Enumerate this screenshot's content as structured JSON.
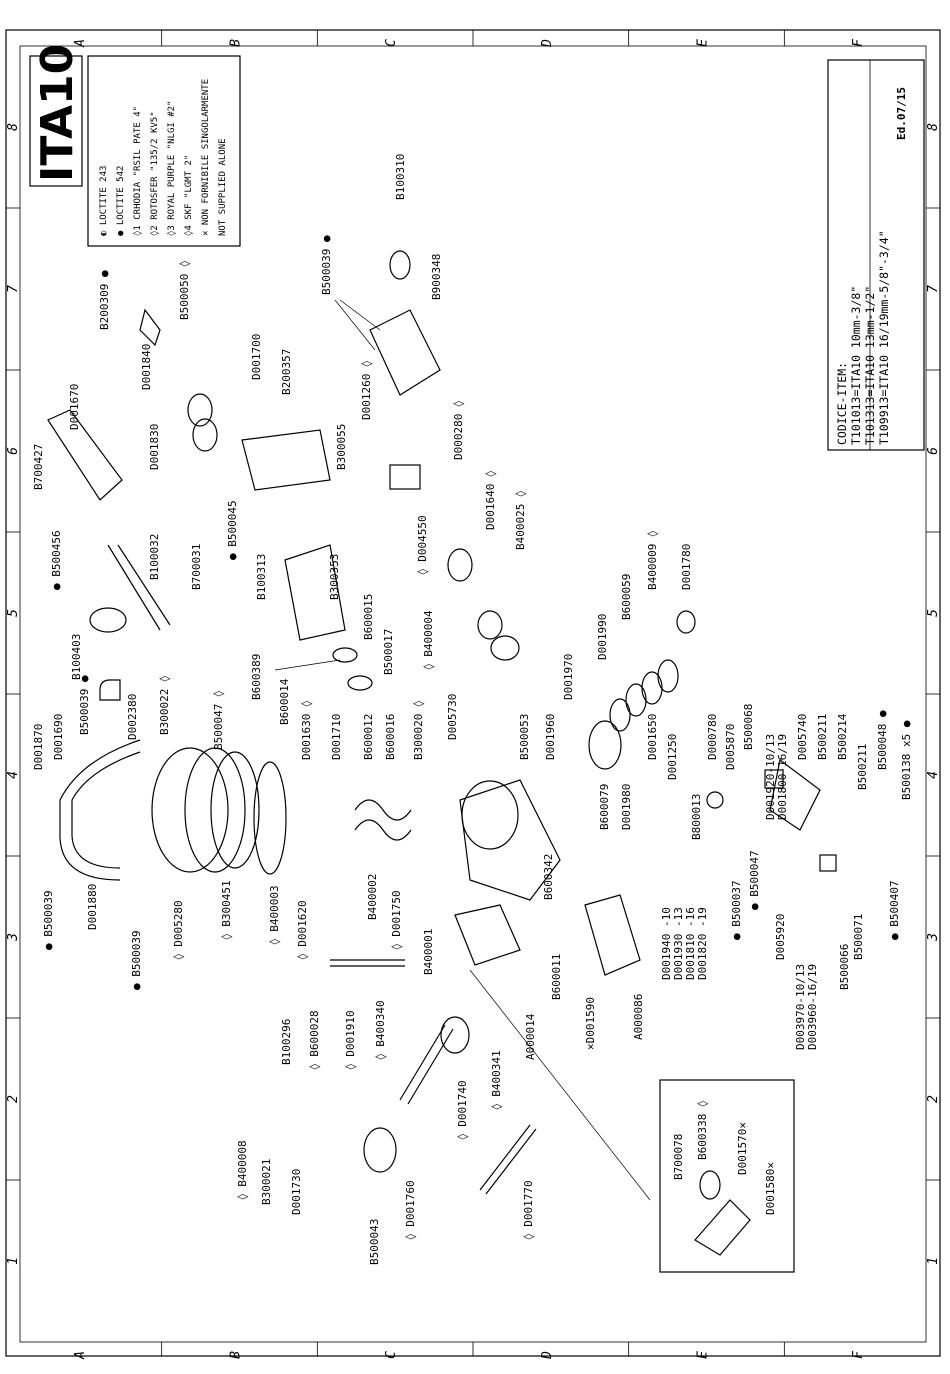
{
  "title": "ITA10",
  "legend": [
    {
      "symbol": "half-dot",
      "text": "LOCTITE 243"
    },
    {
      "symbol": "dot",
      "text": "LOCTITE 542"
    },
    {
      "symbol": "drop-1",
      "text": "CRHODIA \"RSIL PATE 4\""
    },
    {
      "symbol": "drop-2",
      "text": "ROTOSFER \"135/2 KV5\""
    },
    {
      "symbol": "drop-3",
      "text": "ROYAL PURPLE \"NLGI #2\""
    },
    {
      "symbol": "drop-4",
      "text": "SKF \"LGMT 2\""
    },
    {
      "symbol": "cross",
      "text": "NON FORNIBILE SINGOLARMENTE"
    },
    {
      "symbol": "",
      "text": "NOT SUPPLIED ALONE"
    }
  ],
  "code_box": {
    "heading": "CODICE-ITEM:",
    "lines": [
      "T101013=ITA10 10mm-3/8\"",
      "T101313=ITA10 13mm-1/2\"",
      "T109913=ITA10 16/19mm-5/8\"-3/4\""
    ],
    "edition": "Ed.07/15"
  },
  "grid": {
    "letters": [
      "A",
      "B",
      "C",
      "D",
      "E",
      "F"
    ],
    "numbers": [
      "1",
      "2",
      "3",
      "4",
      "5",
      "6",
      "7",
      "8"
    ]
  },
  "labels": [
    {
      "id": "D001870",
      "text": "D001870"
    },
    {
      "id": "D001690",
      "text": "D001690"
    },
    {
      "id": "B500039a",
      "text": "B500039 ●"
    },
    {
      "id": "D002380",
      "text": "D002380"
    },
    {
      "id": "B300022",
      "text": "B300022 ◊"
    },
    {
      "id": "B500047a",
      "text": "B500047 ◊"
    },
    {
      "id": "B100403",
      "text": "B100403"
    },
    {
      "id": "B100032",
      "text": "B100032"
    },
    {
      "id": "B500456",
      "text": "● B500456"
    },
    {
      "id": "B700427",
      "text": "B700427"
    },
    {
      "id": "D001670",
      "text": "D001670"
    },
    {
      "id": "D001830",
      "text": "D001830"
    },
    {
      "id": "D001840",
      "text": "D001840"
    },
    {
      "id": "B700031",
      "text": "B700031"
    },
    {
      "id": "B200309",
      "text": "B200309 ●"
    },
    {
      "id": "B500050",
      "text": "B500050 ◊"
    },
    {
      "id": "D001700",
      "text": "D001700"
    },
    {
      "id": "B200357",
      "text": "B200357"
    },
    {
      "id": "B500045",
      "text": "● B500045"
    },
    {
      "id": "B300055",
      "text": "B300055"
    },
    {
      "id": "B100313",
      "text": "B100313"
    },
    {
      "id": "B300353",
      "text": "B300353"
    },
    {
      "id": "B600015",
      "text": "B600015"
    },
    {
      "id": "B600389",
      "text": "B600389"
    },
    {
      "id": "B500017",
      "text": "B500017"
    },
    {
      "id": "B600014",
      "text": "B600014"
    },
    {
      "id": "D001260",
      "text": "D001260 ◊"
    },
    {
      "id": "D000280",
      "text": "D000280 ◊"
    },
    {
      "id": "D004550",
      "text": "◊ D004550"
    },
    {
      "id": "D001640",
      "text": "D001640 ◊"
    },
    {
      "id": "B400025",
      "text": "B400025 ◊"
    },
    {
      "id": "B400004",
      "text": "◊ B400004"
    },
    {
      "id": "B500039b",
      "text": "B500039 ●"
    },
    {
      "id": "B100310",
      "text": "B100310"
    },
    {
      "id": "B900348",
      "text": "B900348"
    },
    {
      "id": "D001630",
      "text": "D001630 ◊"
    },
    {
      "id": "D001710",
      "text": "D001710"
    },
    {
      "id": "B600012",
      "text": "B600012"
    },
    {
      "id": "B600016",
      "text": "B600016"
    },
    {
      "id": "B300020",
      "text": "B300020 ◊"
    },
    {
      "id": "D005730",
      "text": "D005730"
    },
    {
      "id": "B500053",
      "text": "B500053"
    },
    {
      "id": "D001960",
      "text": "D001960"
    },
    {
      "id": "D001970",
      "text": "D001970"
    },
    {
      "id": "D001990",
      "text": "D001990"
    },
    {
      "id": "B600059",
      "text": "B600059"
    },
    {
      "id": "B400009",
      "text": "B400009 ◊"
    },
    {
      "id": "D001780",
      "text": "D001780"
    },
    {
      "id": "B500039c",
      "text": "● B500039"
    },
    {
      "id": "D001880",
      "text": "D001880"
    },
    {
      "id": "B500039d",
      "text": "● B500039"
    },
    {
      "id": "D005280",
      "text": "◊ D005280"
    },
    {
      "id": "B300451",
      "text": "◊ B300451"
    },
    {
      "id": "B400003",
      "text": "◊ B400003"
    },
    {
      "id": "D001620",
      "text": "◊ D001620"
    },
    {
      "id": "B400002",
      "text": "B400002"
    },
    {
      "id": "D001750",
      "text": "◊ D001750"
    },
    {
      "id": "B400001",
      "text": "B400001"
    },
    {
      "id": "B100296",
      "text": "B100296"
    },
    {
      "id": "B600028",
      "text": "◊ B600028"
    },
    {
      "id": "D001910",
      "text": "◊ D001910"
    },
    {
      "id": "B400340",
      "text": "◊ B400340"
    },
    {
      "id": "D001740",
      "text": "◊ D001740"
    },
    {
      "id": "B400341",
      "text": "◊ B400341"
    },
    {
      "id": "A000014",
      "text": "A000014"
    },
    {
      "id": "B600011",
      "text": "B600011"
    },
    {
      "id": "B600342",
      "text": "B600342"
    },
    {
      "id": "B600079",
      "text": "B600079"
    },
    {
      "id": "D001980",
      "text": "D001980"
    },
    {
      "id": "D001650",
      "text": "D001650"
    },
    {
      "id": "D001250",
      "text": "D001250"
    },
    {
      "id": "D000780",
      "text": "D000780"
    },
    {
      "id": "B800013",
      "text": "B800013"
    },
    {
      "id": "D005870",
      "text": "D005870"
    },
    {
      "id": "B500068",
      "text": "B500068"
    },
    {
      "id": "D001920",
      "text": "D001920-10/13"
    },
    {
      "id": "D001800",
      "text": "D001800-16/19"
    },
    {
      "id": "D005740",
      "text": "D005740"
    },
    {
      "id": "B500211",
      "text": "B500211"
    },
    {
      "id": "B500214",
      "text": "B500214"
    },
    {
      "id": "B500048",
      "text": "B500048 ●"
    },
    {
      "id": "B500211b",
      "text": "B500211"
    },
    {
      "id": "B500138",
      "text": "B500138 x5 ●"
    },
    {
      "id": "B500037",
      "text": "● B500037"
    },
    {
      "id": "B500047b",
      "text": "● B500047"
    },
    {
      "id": "D005920",
      "text": "D005920"
    },
    {
      "id": "B500071",
      "text": "B500071"
    },
    {
      "id": "B500407",
      "text": "● B500407"
    },
    {
      "id": "B500066",
      "text": "B500066"
    },
    {
      "id": "D003970",
      "text": "D003970-10/13"
    },
    {
      "id": "D003960",
      "text": "D003960-16/19"
    },
    {
      "id": "D001940",
      "text": "D001940 -10"
    },
    {
      "id": "D001930",
      "text": "D001930 -13"
    },
    {
      "id": "D001810",
      "text": "D001810 -16"
    },
    {
      "id": "D001820",
      "text": "D001820 -19"
    },
    {
      "id": "A000086",
      "text": "A000086"
    },
    {
      "id": "D001590",
      "text": "✕D001590"
    },
    {
      "id": "B400008",
      "text": "◊ B400008"
    },
    {
      "id": "B300021",
      "text": "B300021"
    },
    {
      "id": "D001730",
      "text": "D001730"
    },
    {
      "id": "B500043",
      "text": "B500043"
    },
    {
      "id": "D001760",
      "text": "◊ D001760"
    },
    {
      "id": "D001770",
      "text": "◊ D001770"
    },
    {
      "id": "B700078",
      "text": "B700078"
    },
    {
      "id": "B600338",
      "text": "B600338 ◊"
    },
    {
      "id": "D001570",
      "text": "D001570✕"
    },
    {
      "id": "D001580",
      "text": "D001580✕"
    }
  ]
}
